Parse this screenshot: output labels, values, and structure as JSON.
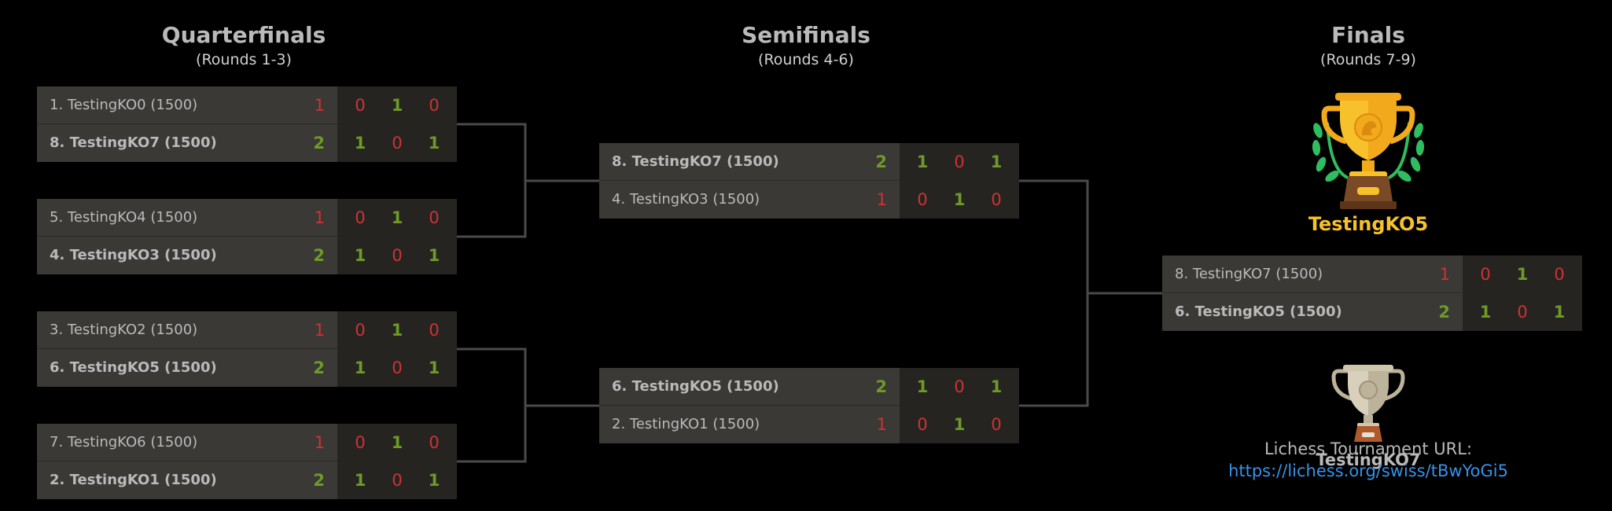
{
  "rounds": {
    "quarterfinals": {
      "title": "Quarterfinals",
      "subtitle": "(Rounds 1-3)"
    },
    "semifinals": {
      "title": "Semifinals",
      "subtitle": "(Rounds 4-6)"
    },
    "finals": {
      "title": "Finals",
      "subtitle": "(Rounds 7-9)"
    }
  },
  "matches": {
    "qf1": {
      "top": {
        "name": "1. TestingKO0 (1500)",
        "total": "1",
        "s1": "0",
        "s2": "1",
        "s3": "0"
      },
      "bot": {
        "name": "8. TestingKO7 (1500)",
        "total": "2",
        "s1": "1",
        "s2": "0",
        "s3": "1"
      }
    },
    "qf2": {
      "top": {
        "name": "5. TestingKO4 (1500)",
        "total": "1",
        "s1": "0",
        "s2": "1",
        "s3": "0"
      },
      "bot": {
        "name": "4. TestingKO3 (1500)",
        "total": "2",
        "s1": "1",
        "s2": "0",
        "s3": "1"
      }
    },
    "qf3": {
      "top": {
        "name": "3. TestingKO2 (1500)",
        "total": "1",
        "s1": "0",
        "s2": "1",
        "s3": "0"
      },
      "bot": {
        "name": "6. TestingKO5 (1500)",
        "total": "2",
        "s1": "1",
        "s2": "0",
        "s3": "1"
      }
    },
    "qf4": {
      "top": {
        "name": "7. TestingKO6 (1500)",
        "total": "1",
        "s1": "0",
        "s2": "1",
        "s3": "0"
      },
      "bot": {
        "name": "2. TestingKO1 (1500)",
        "total": "2",
        "s1": "1",
        "s2": "0",
        "s3": "1"
      }
    },
    "sf1": {
      "top": {
        "name": "8. TestingKO7 (1500)",
        "total": "2",
        "s1": "1",
        "s2": "0",
        "s3": "1"
      },
      "bot": {
        "name": "4. TestingKO3 (1500)",
        "total": "1",
        "s1": "0",
        "s2": "1",
        "s3": "0"
      }
    },
    "sf2": {
      "top": {
        "name": "6. TestingKO5 (1500)",
        "total": "2",
        "s1": "1",
        "s2": "0",
        "s3": "1"
      },
      "bot": {
        "name": "2. TestingKO1 (1500)",
        "total": "1",
        "s1": "0",
        "s2": "1",
        "s3": "0"
      }
    },
    "final": {
      "top": {
        "name": "8. TestingKO7 (1500)",
        "total": "1",
        "s1": "0",
        "s2": "1",
        "s3": "0"
      },
      "bot": {
        "name": "6. TestingKO5 (1500)",
        "total": "2",
        "s1": "1",
        "s2": "0",
        "s3": "1"
      }
    }
  },
  "podium": {
    "winner": "TestingKO5",
    "runner_up": "TestingKO7"
  },
  "footer": {
    "url_label": "Lichess Tournament URL:",
    "url": "https://lichess.org/swiss/tBwYoGi5"
  },
  "colors": {
    "background": "#000000",
    "win_score": "#6d9b27",
    "loss_score": "#cc3333",
    "winner_gold": "#f6c12b",
    "link": "#3692e7"
  },
  "icons": {
    "winner_trophy": "gold-trophy-icon",
    "runner_up_trophy": "silver-trophy-icon"
  }
}
